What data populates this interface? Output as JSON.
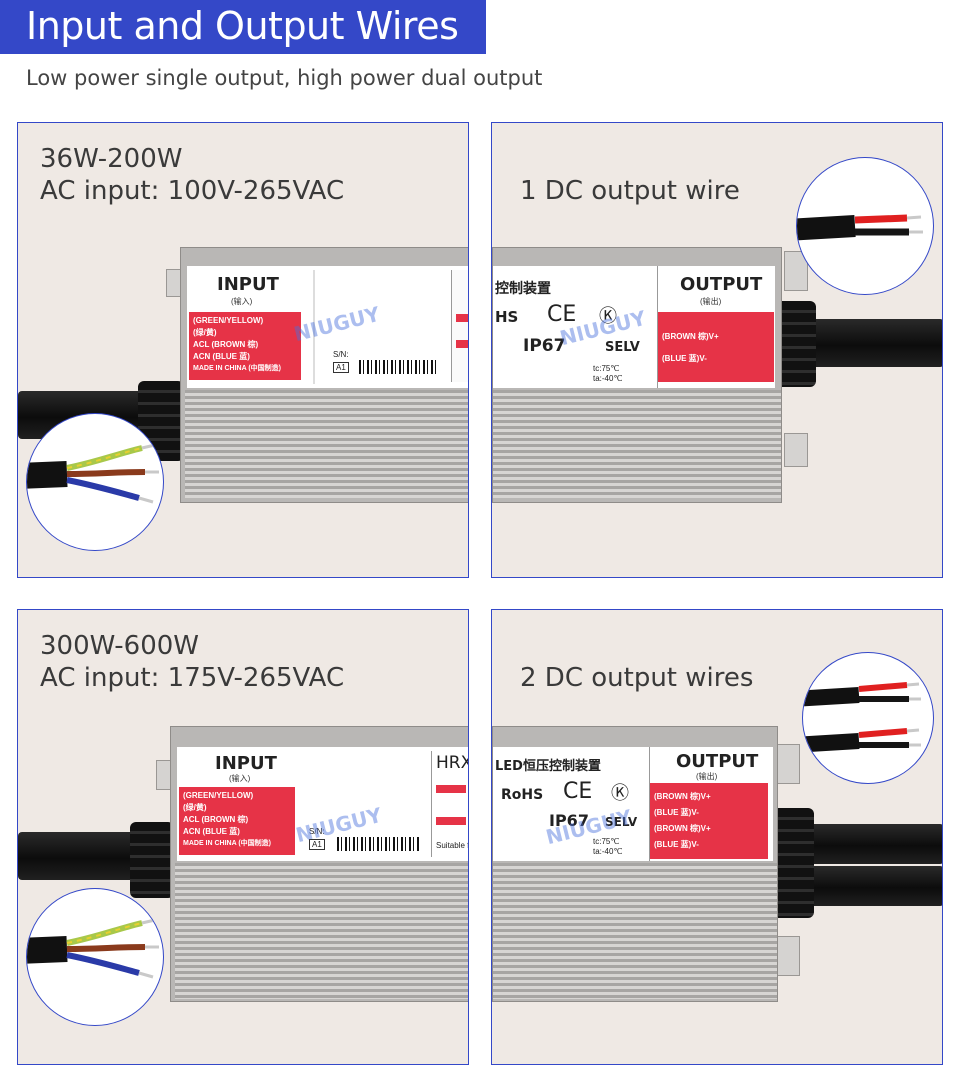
{
  "header": {
    "title": "Input and Output  Wires",
    "subtitle": "Low power single output, high power dual output"
  },
  "panels": [
    {
      "line1": "36W-200W",
      "line2": "AC input: 100V-265VAC",
      "label": {
        "input_title": "INPUT",
        "input_cn": "(输入)",
        "wire_ground": "(GREEN/YELLOW)",
        "wire_ground_cn": "(绿/黄)",
        "wire_l": "ACL (BROWN 棕)",
        "wire_n": "ACN (BLUE 蓝)",
        "made_in": "MADE IN CHINA (中国制造)",
        "sn": "S/N:",
        "code": "A1"
      }
    },
    {
      "line1": "1 DC output wire",
      "label": {
        "control_text": "控制装置",
        "rohs": "HS",
        "ce": "CE",
        "ip": "IP67",
        "selv": "SELV",
        "tc": "tc:75℃",
        "ta": "ta:-40℃",
        "output_title": "OUTPUT",
        "output_cn": "(输出)",
        "out_plus": "(BROWN 棕)V+",
        "out_minus": "(BLUE 蓝)V-"
      }
    },
    {
      "line1": "300W-600W",
      "line2": "AC input: 175V-265VAC",
      "label": {
        "input_title": "INPUT",
        "input_cn": "(输入)",
        "wire_ground": "(GREEN/YELLOW)",
        "wire_ground_cn": "(绿/黄)",
        "wire_l": "ACL (BROWN 棕)",
        "wire_n": "ACN (BLUE 蓝)",
        "made_in": "MADE IN CHINA (中国制造)",
        "sn": "S/N:",
        "code": "A1",
        "model": "HRX",
        "suitable": "Suitable fo"
      }
    },
    {
      "line1": "2 DC output wires",
      "label": {
        "control_text": "LED恒压控制装置",
        "rohs": "RoHS",
        "ce": "CE",
        "ip": "IP67",
        "selv": "SELV",
        "tc": "tc:75℃",
        "ta": "ta:-40℃",
        "output_title": "OUTPUT",
        "output_cn": "(输出)",
        "out_plus_1": "(BROWN 棕)V+",
        "out_minus_1": "(BLUE 蓝)V-",
        "out_plus_2": "(BROWN 棕)V+",
        "out_minus_2": "(BLUE 蓝)V-"
      }
    }
  ],
  "watermark": "NIUGUY",
  "colors": {
    "accent_blue": "#3448c8",
    "label_red": "#e63347",
    "panel_bg": "#efe9e4",
    "wire_red": "#e02020",
    "wire_brown": "#8a3a1c",
    "wire_blue": "#2a3aa8",
    "wire_green_yellow": "#a8c84a"
  },
  "icons": [
    "ce-mark-icon",
    "kc-mark-icon",
    "rohs-icon",
    "wire-connector-icon"
  ]
}
